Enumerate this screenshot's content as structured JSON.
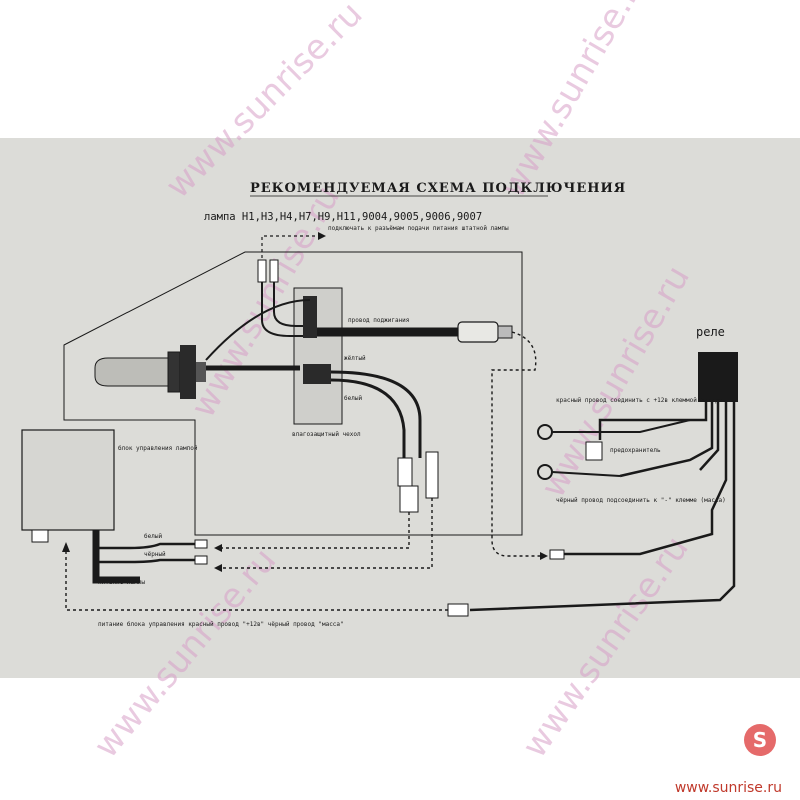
{
  "title": "РЕКОМЕНДУЕМАЯ СХЕМА ПОДКЛЮЧЕНИЯ",
  "lamp_types": "лампа H1,H3,H4,H7,H9,H11,9004,9005,9006,9007",
  "labels": {
    "connect_stock": "подключать к разъёмам подачи питания штатной лампы",
    "ignition_wire": "провод поджигания",
    "yellow": "жёлтый",
    "white": "белый",
    "waterproof_cover": "влагозащитный чехол",
    "control_unit": "блок управления лампой",
    "white_wire": "белый",
    "black_wire": "чёрный",
    "lamp_power": "питание лампы",
    "relay": "реле",
    "red_wire_battery": "красный провод соединить с +12в клеммой батареи",
    "fuse": "предохранитель",
    "black_wire_ground": "чёрный провод подсоединить к \"-\" клемме (масса)",
    "unit_power": "питание блока управления красный провод \"+12в\" чёрный провод \"масса\""
  },
  "watermark": "www.sunrise.ru",
  "site_url": "www.sunrise.ru",
  "logo_letter": "S",
  "colors": {
    "paper": "#dcdcd8",
    "ink": "#1a1a1a",
    "watermark": "#d8a0c8",
    "logo": "#e05050"
  }
}
